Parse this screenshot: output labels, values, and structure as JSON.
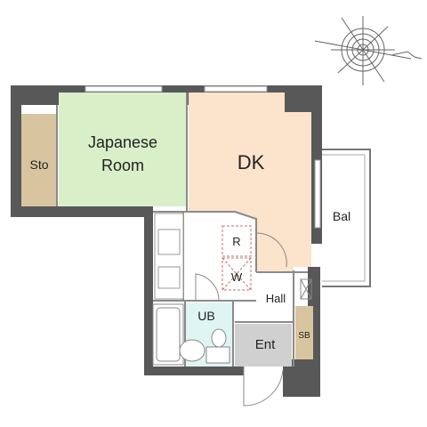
{
  "rooms": {
    "storage": "Sto",
    "japanese_room_line1": "Japanese",
    "japanese_room_line2": "Room",
    "dining_kitchen": "DK",
    "balcony": "Bal",
    "refrigerator": "R",
    "washer": "W",
    "hall": "Hall",
    "unit_bath": "UB",
    "shoe_box": "SB",
    "entrance": "Ent"
  },
  "colors": {
    "wall": "#585858",
    "storage": "#d8c5a0",
    "japanese_room": "#d8efc8",
    "dk": "#fce3cb",
    "unit_bath": "#dff5f3",
    "entrance": "#d0d0d0",
    "shoe_box": "#d8c5a0",
    "balcony": "#ffffff"
  },
  "compass": {
    "icon": "compass-north-arrow-icon"
  }
}
